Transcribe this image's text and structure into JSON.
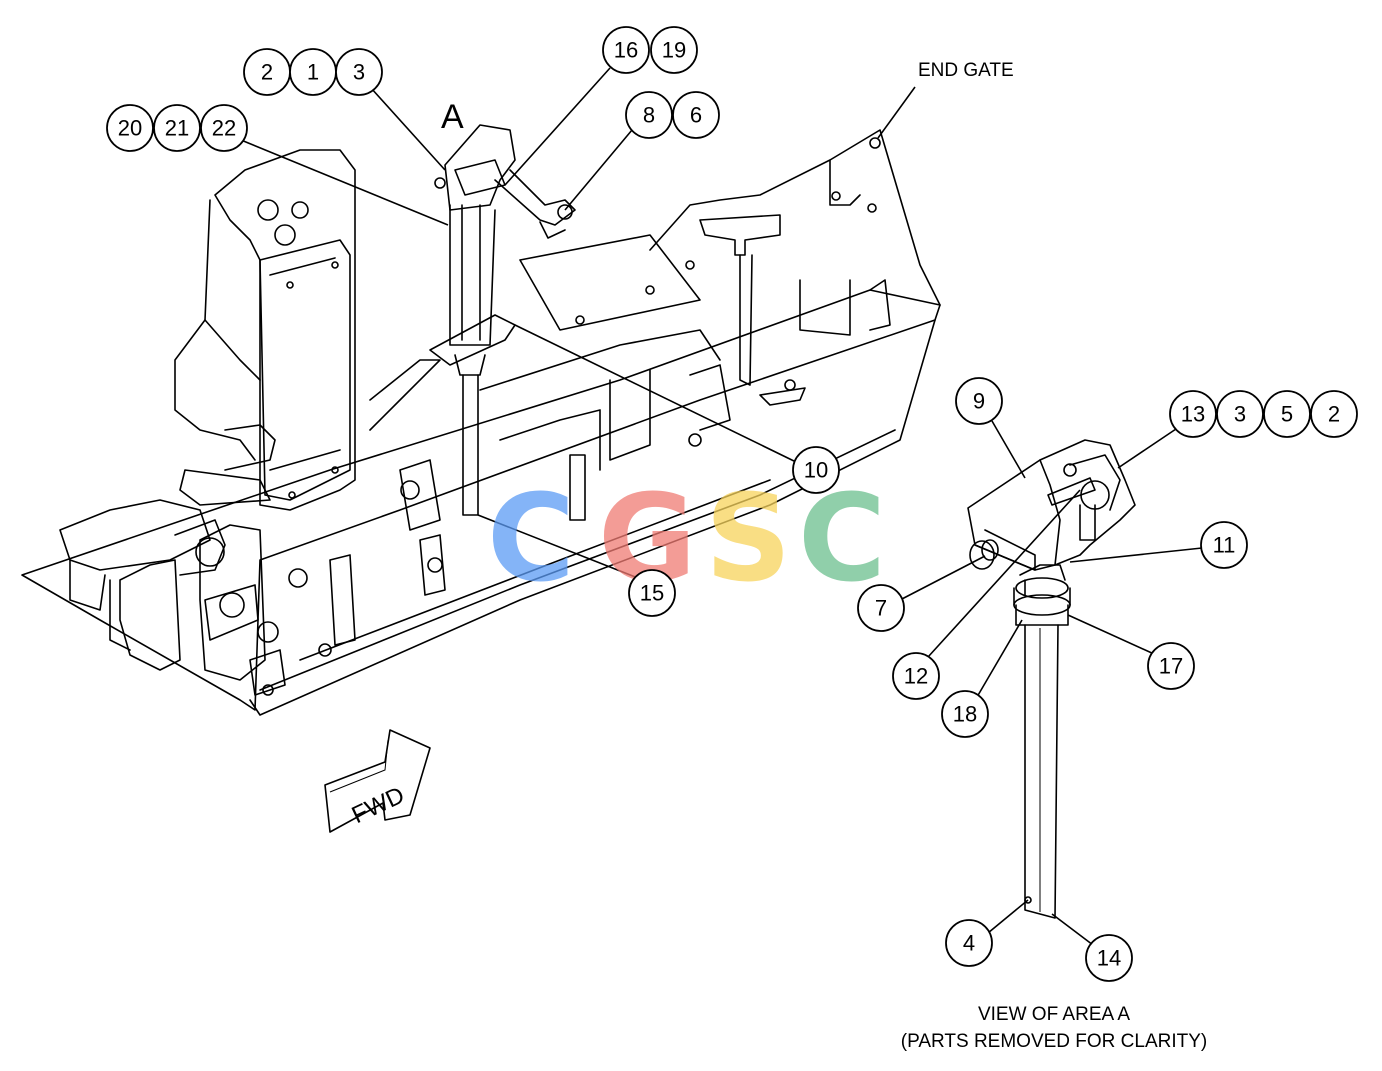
{
  "labels": {
    "end_gate": "END GATE",
    "area_a": "A",
    "view_title_line1": "VIEW OF AREA A",
    "view_title_line2": "(PARTS REMOVED FOR CLARITY)",
    "fwd": "FWD"
  },
  "watermark": {
    "letters": [
      "C",
      "G",
      "S",
      "C"
    ],
    "colors": [
      "#5b9bf5",
      "#f07b73",
      "#f7d35c",
      "#6cbf8e"
    ]
  },
  "callouts": {
    "c2a": "2",
    "c1": "1",
    "c3a": "3",
    "c20": "20",
    "c21": "21",
    "c22": "22",
    "c16": "16",
    "c19": "19",
    "c8": "8",
    "c6": "6",
    "c10": "10",
    "c15": "15",
    "c9": "9",
    "c13": "13",
    "c3b": "3",
    "c5": "5",
    "c2b": "2",
    "c11": "11",
    "c7": "7",
    "c12": "12",
    "c17": "17",
    "c18": "18",
    "c4": "4",
    "c14": "14"
  },
  "colors": {
    "line": "#000000",
    "background": "#ffffff"
  }
}
